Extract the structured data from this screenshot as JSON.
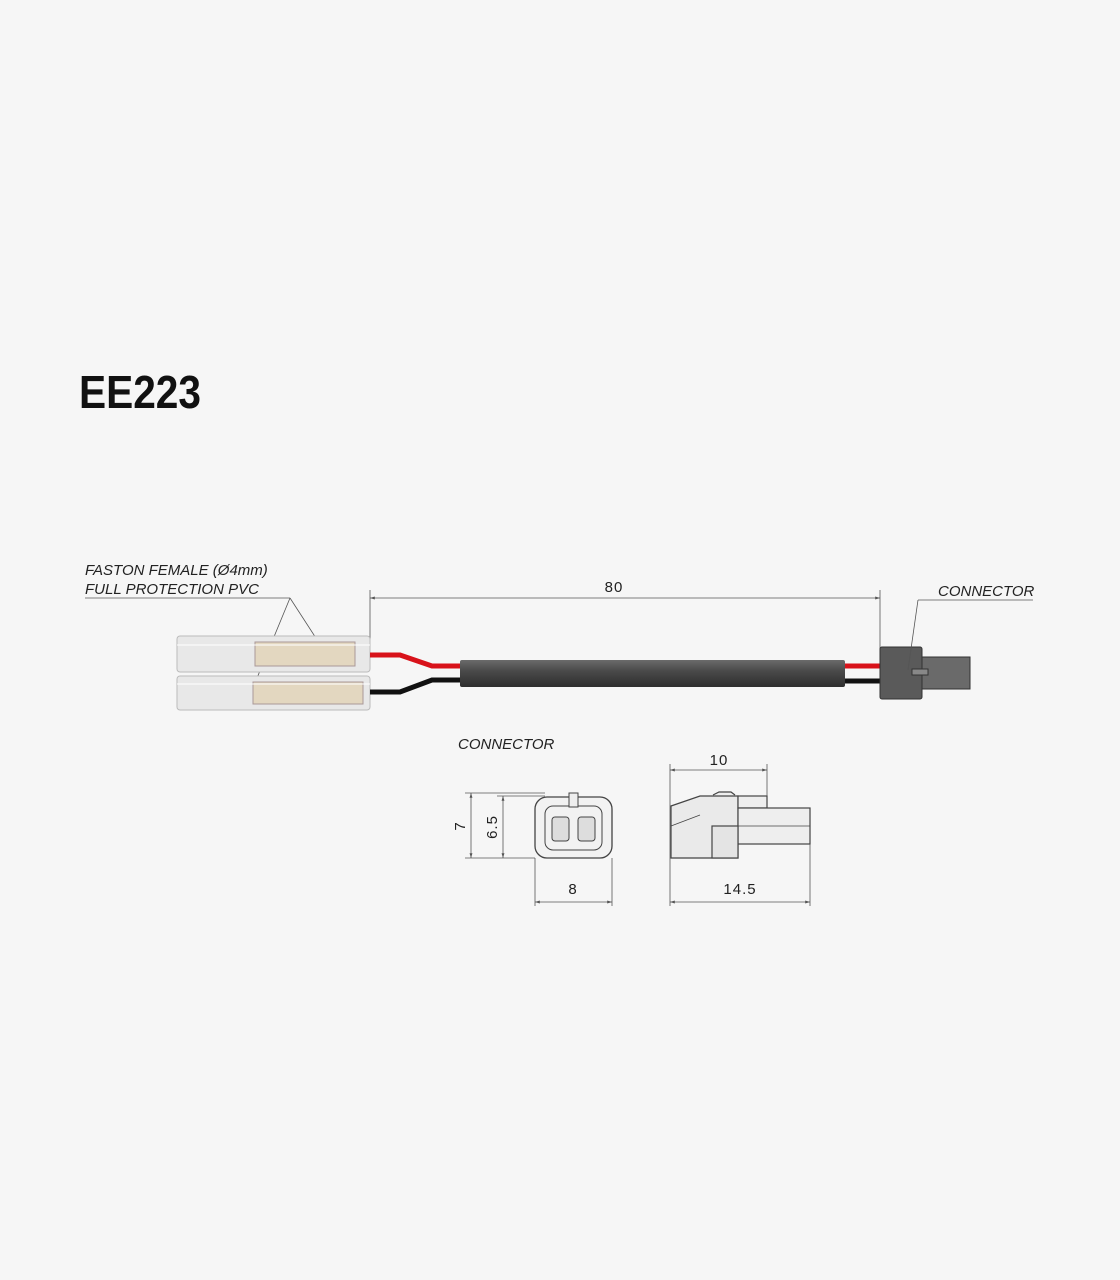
{
  "title": "EE223",
  "labels": {
    "faston_line1": "FASTON FEMALE (Ø4mm)",
    "faston_line2": "FULL PROTECTION PVC",
    "connector_main": "CONNECTOR",
    "connector_detail": "CONNECTOR"
  },
  "dimensions": {
    "cable_length": "80",
    "front_height_outer": "7",
    "front_height_inner": "6.5",
    "front_width": "8",
    "side_partial_length": "10",
    "side_total_length": "14.5"
  },
  "colors": {
    "red_wire": "#d8121a",
    "black_wire": "#111111",
    "cable": "#4a4a4a",
    "connector": "#5a5a5a",
    "faston": "#e6e6e6"
  }
}
